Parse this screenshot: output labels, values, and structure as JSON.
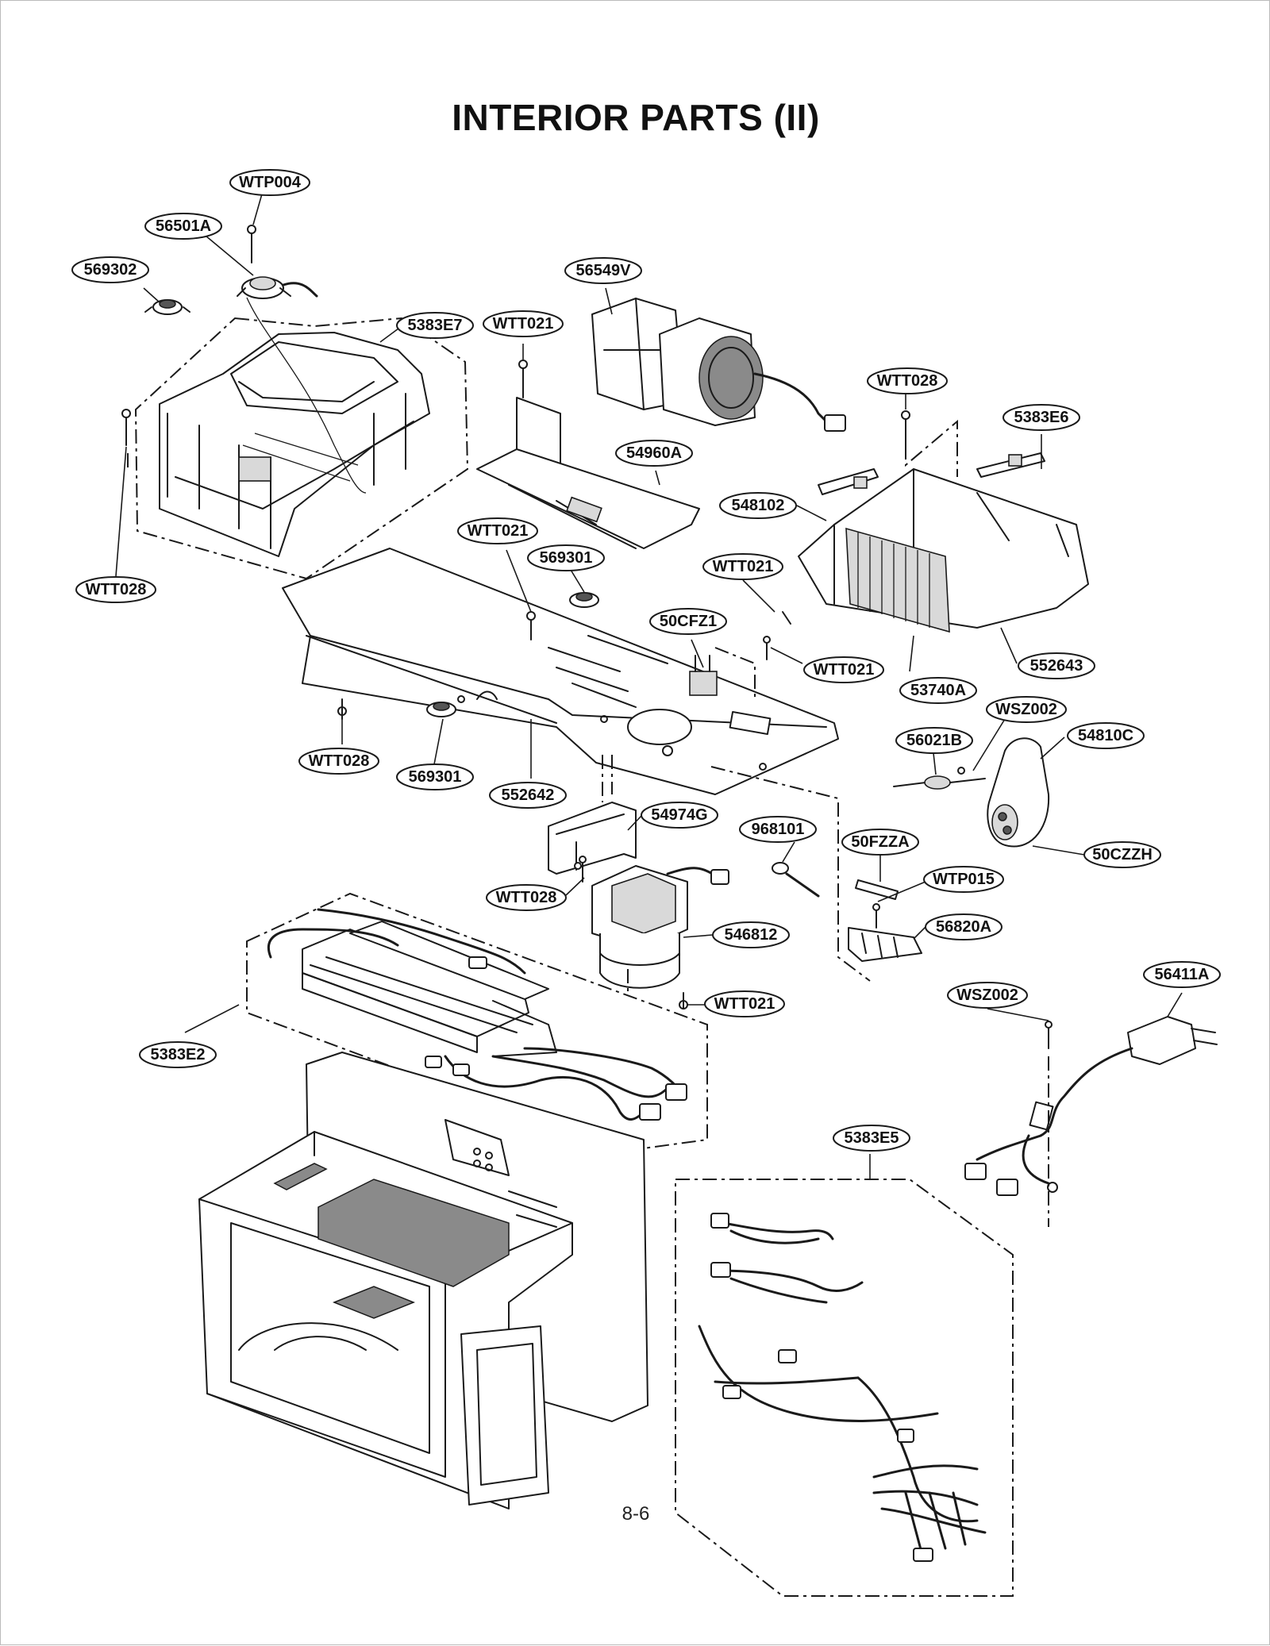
{
  "title": "INTERIOR PARTS (II)",
  "page_number": "8-6",
  "callouts": [
    {
      "id": "c1",
      "label": "WTP004"
    },
    {
      "id": "c2",
      "label": "56501A"
    },
    {
      "id": "c3",
      "label": "569302"
    },
    {
      "id": "c4",
      "label": "5383E7"
    },
    {
      "id": "c5",
      "label": "WTT021"
    },
    {
      "id": "c6",
      "label": "56549V"
    },
    {
      "id": "c7",
      "label": "WTT028"
    },
    {
      "id": "c8",
      "label": "5383E6"
    },
    {
      "id": "c9",
      "label": "54960A"
    },
    {
      "id": "c10",
      "label": "548102"
    },
    {
      "id": "c11",
      "label": "WTT021"
    },
    {
      "id": "c12",
      "label": "569301"
    },
    {
      "id": "c13",
      "label": "WTT021"
    },
    {
      "id": "c14",
      "label": "WTT028"
    },
    {
      "id": "c15",
      "label": "50CFZ1"
    },
    {
      "id": "c16",
      "label": "WTT021"
    },
    {
      "id": "c17",
      "label": "552643"
    },
    {
      "id": "c18",
      "label": "53740A"
    },
    {
      "id": "c19",
      "label": "WSZ002"
    },
    {
      "id": "c20",
      "label": "56021B"
    },
    {
      "id": "c21",
      "label": "54810C"
    },
    {
      "id": "c22",
      "label": "WTT028"
    },
    {
      "id": "c23",
      "label": "569301"
    },
    {
      "id": "c24",
      "label": "552642"
    },
    {
      "id": "c25",
      "label": "54974G"
    },
    {
      "id": "c26",
      "label": "968101"
    },
    {
      "id": "c27",
      "label": "50FZZA"
    },
    {
      "id": "c28",
      "label": "50CZZH"
    },
    {
      "id": "c29",
      "label": "WTP015"
    },
    {
      "id": "c30",
      "label": "WTT028"
    },
    {
      "id": "c31",
      "label": "546812"
    },
    {
      "id": "c32",
      "label": "56820A"
    },
    {
      "id": "c33",
      "label": "WTT021"
    },
    {
      "id": "c34",
      "label": "WSZ002"
    },
    {
      "id": "c35",
      "label": "56411A"
    },
    {
      "id": "c36",
      "label": "5383E2"
    },
    {
      "id": "c37",
      "label": "5383E5"
    }
  ]
}
